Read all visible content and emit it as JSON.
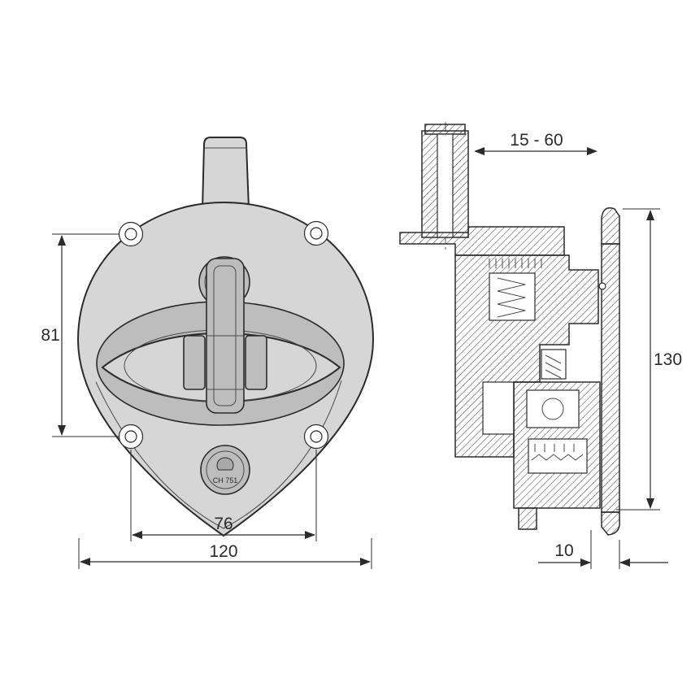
{
  "colors": {
    "line": "#2b2b2b",
    "metal": "#d6d6d6",
    "metal_dark": "#bdbdbd",
    "background": "#ffffff"
  },
  "front_view": {
    "lock_code": "CH 751",
    "dimensions": {
      "hole_span_vertical": "81",
      "hole_span_horizontal": "76",
      "overall_width": "120"
    }
  },
  "side_view": {
    "dimensions": {
      "mount_thickness_range": "15 - 60",
      "overall_height": "130",
      "edge_offset": "10"
    }
  }
}
